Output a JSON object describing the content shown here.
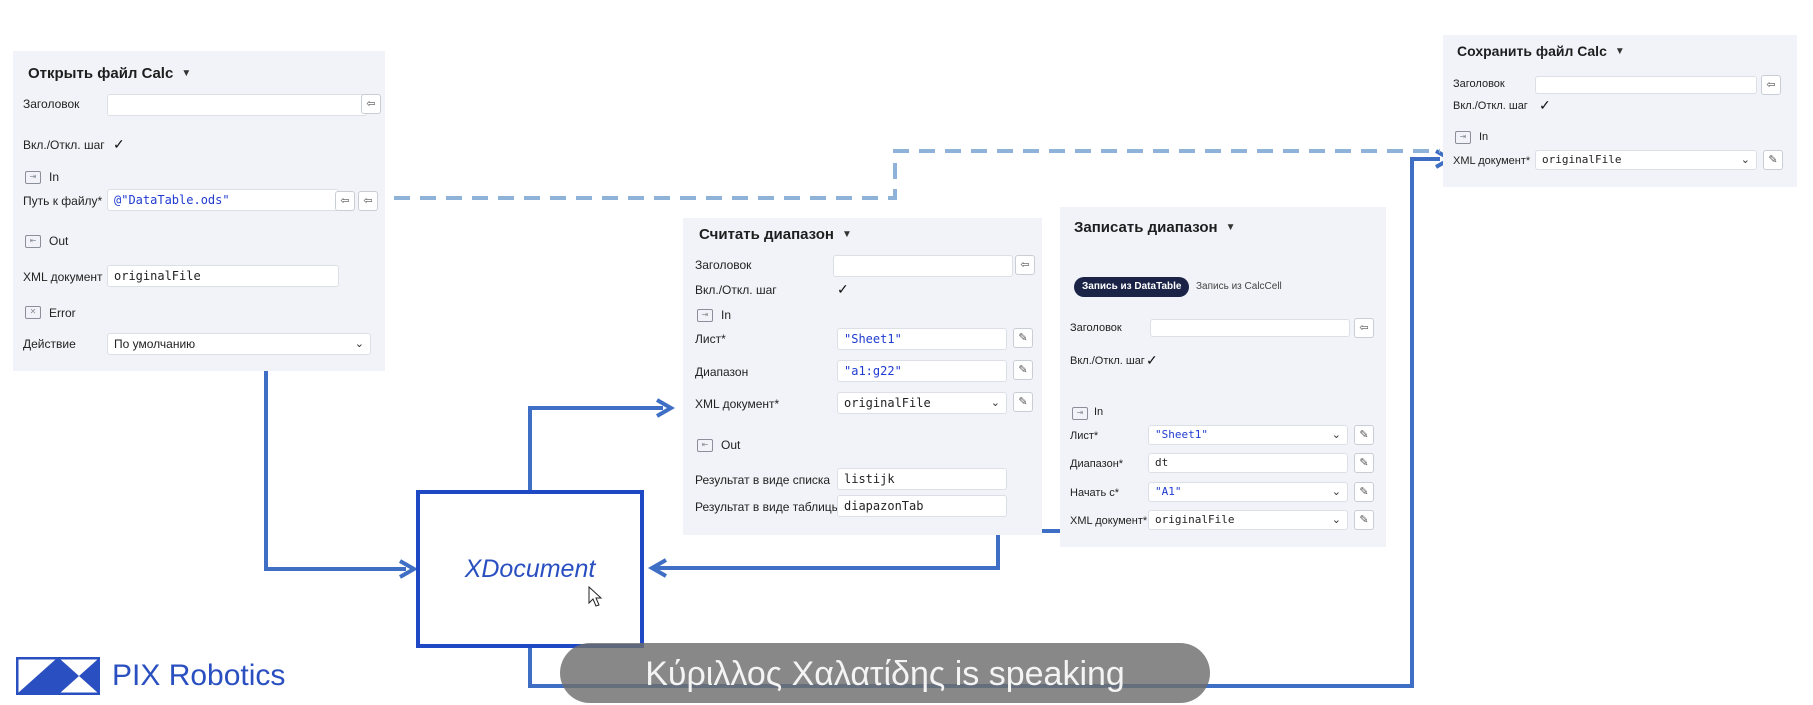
{
  "colors": {
    "wire": "#3f6fc4",
    "dashed": "#8fb2d8",
    "xdoc_border": "#1f49c4",
    "string_value": "#1f3bd1",
    "panel_bg": "#f1f3f8"
  },
  "icons": {
    "dropdown": "chevron-down-icon",
    "expr": "expression-icon",
    "edit": "pencil-icon",
    "check": "checkmark-icon"
  },
  "open_file": {
    "title": "Открыть файл Calc",
    "header_label": "Заголовок",
    "header_value": "",
    "toggle_label": "Вкл./Откл. шаг",
    "in_label": "In",
    "path_label": "Путь к файлу*",
    "path_value": "@\"DataTable.ods\"",
    "out_label": "Out",
    "xml_label": "XML документ",
    "xml_value": "originalFile",
    "error_label": "Error",
    "action_label": "Действие",
    "action_value": "По умолчанию"
  },
  "read_range": {
    "title": "Считать диапазон",
    "header_label": "Заголовок",
    "header_value": "",
    "toggle_label": "Вкл./Откл. шаг",
    "in_label": "In",
    "sheet_label": "Лист*",
    "sheet_value": "\"Sheet1\"",
    "range_label": "Диапазон",
    "range_value": "\"a1:g22\"",
    "xml_label": "XML документ*",
    "xml_value": "originalFile",
    "out_label": "Out",
    "list_result_label": "Результат в виде списка",
    "list_result_value": "listijk",
    "table_result_label": "Результат в виде таблицы",
    "table_result_value": "diapazonTab"
  },
  "write_range": {
    "title": "Записать диапазон",
    "tab_active": "Запись из DataTable",
    "tab_inactive": "Запись из CalcCell",
    "header_label": "Заголовок",
    "header_value": "",
    "toggle_label": "Вкл./Откл. шаг",
    "in_label": "In",
    "sheet_label": "Лист*",
    "sheet_value": "\"Sheet1\"",
    "range_label": "Диапазон*",
    "range_value": "dt",
    "start_label": "Начать с*",
    "start_value": "\"A1\"",
    "xml_label": "XML документ*",
    "xml_value": "originalFile"
  },
  "save_file": {
    "title": "Сохранить файл Calc",
    "header_label": "Заголовок",
    "header_value": "",
    "toggle_label": "Вкл./Откл. шаг",
    "in_label": "In",
    "xml_label": "XML документ*",
    "xml_value": "originalFile"
  },
  "xdocument_label": "XDocument",
  "caption": {
    "speaker": "Κύριλλος Χαλατίδης",
    "suffix": " is speaking"
  },
  "logo_text": "PIX Robotics"
}
